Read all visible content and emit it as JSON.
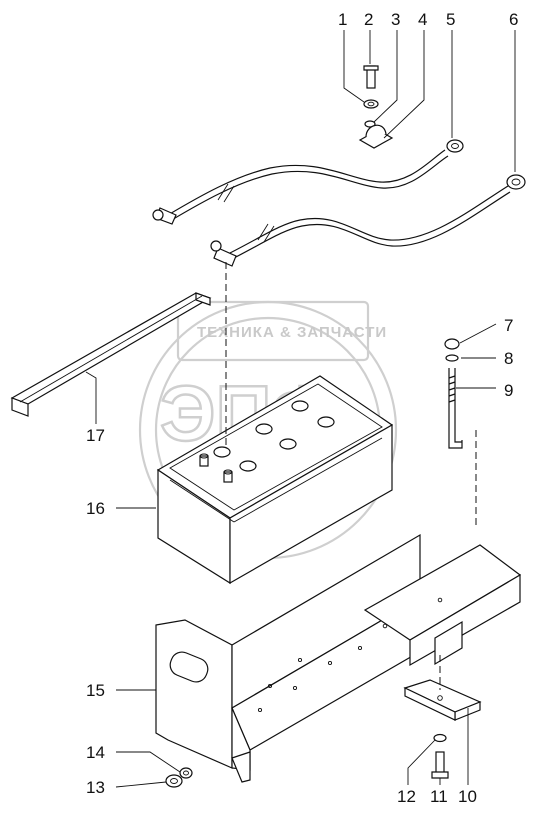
{
  "diagram": {
    "watermark": {
      "top_text": "ТЕХНИКА & ЗАПЧАСТИ",
      "big_text": "ЭПФ"
    },
    "callouts": [
      {
        "id": "c1",
        "label": "1"
      },
      {
        "id": "c2",
        "label": "2"
      },
      {
        "id": "c3",
        "label": "3"
      },
      {
        "id": "c4",
        "label": "4"
      },
      {
        "id": "c5",
        "label": "5"
      },
      {
        "id": "c6",
        "label": "6"
      },
      {
        "id": "c7",
        "label": "7"
      },
      {
        "id": "c8",
        "label": "8"
      },
      {
        "id": "c9",
        "label": "9"
      },
      {
        "id": "c10",
        "label": "10"
      },
      {
        "id": "c11",
        "label": "11"
      },
      {
        "id": "c12",
        "label": "12"
      },
      {
        "id": "c13",
        "label": "13"
      },
      {
        "id": "c14",
        "label": "14"
      },
      {
        "id": "c15",
        "label": "15"
      },
      {
        "id": "c16",
        "label": "16"
      },
      {
        "id": "c17",
        "label": "17"
      }
    ]
  }
}
